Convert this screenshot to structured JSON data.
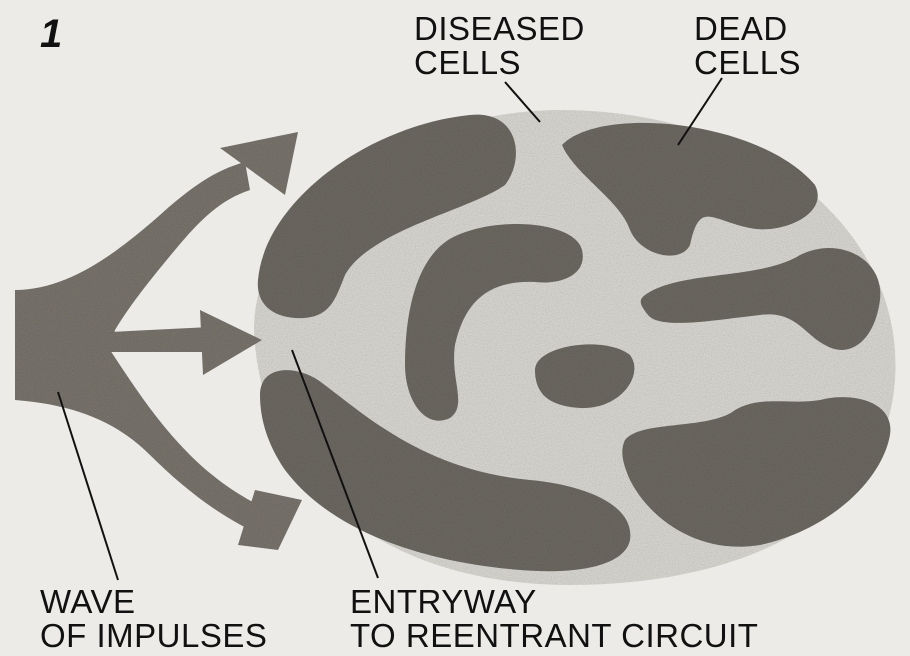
{
  "figure": {
    "number": "1",
    "labels": {
      "diseased_cells": [
        "DISEASED",
        "CELLS"
      ],
      "dead_cells": [
        "DEAD",
        "CELLS"
      ],
      "wave_of_impulses": [
        "WAVE",
        "OF IMPULSES"
      ],
      "entryway": [
        "ENTRYWAY",
        "TO REENTRANT CIRCUIT"
      ]
    }
  },
  "colors": {
    "background": "#ecebe7",
    "diseased_tissue": "#dcdad4",
    "dead_tissue": "#6e6a63",
    "wave": "#7a766e",
    "leader_lines": "#111111"
  }
}
